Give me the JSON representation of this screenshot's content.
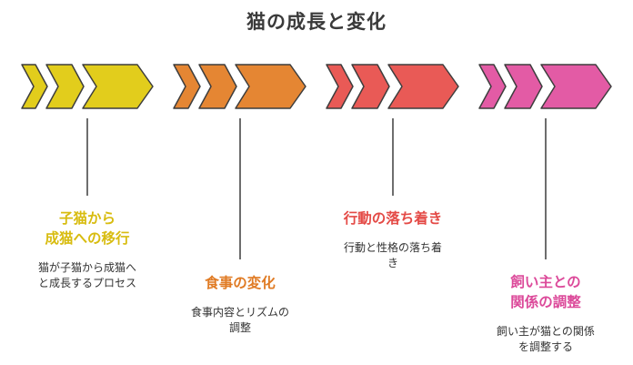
{
  "title": "猫の成長と変化",
  "colors": {
    "stage1": "#e2cd1c",
    "stage2": "#e58633",
    "stage3": "#e95a56",
    "stage4": "#e35ba5"
  },
  "stages": [
    {
      "label_line1": "子猫から",
      "label_line2": "成猫への移行",
      "desc_line1": "猫が子猫から成猫へ",
      "desc_line2": "と成長するプロセス"
    },
    {
      "label_line1": "食事の変化",
      "label_line2": "",
      "desc_line1": "食事内容とリズムの",
      "desc_line2": "調整"
    },
    {
      "label_line1": "行動の落ち着き",
      "label_line2": "",
      "desc_line1": "行動と性格の落ち着",
      "desc_line2": "き"
    },
    {
      "label_line1": "飼い主との",
      "label_line2": "関係の調整",
      "desc_line1": "飼い主が猫との関係",
      "desc_line2": "を調整する"
    }
  ]
}
